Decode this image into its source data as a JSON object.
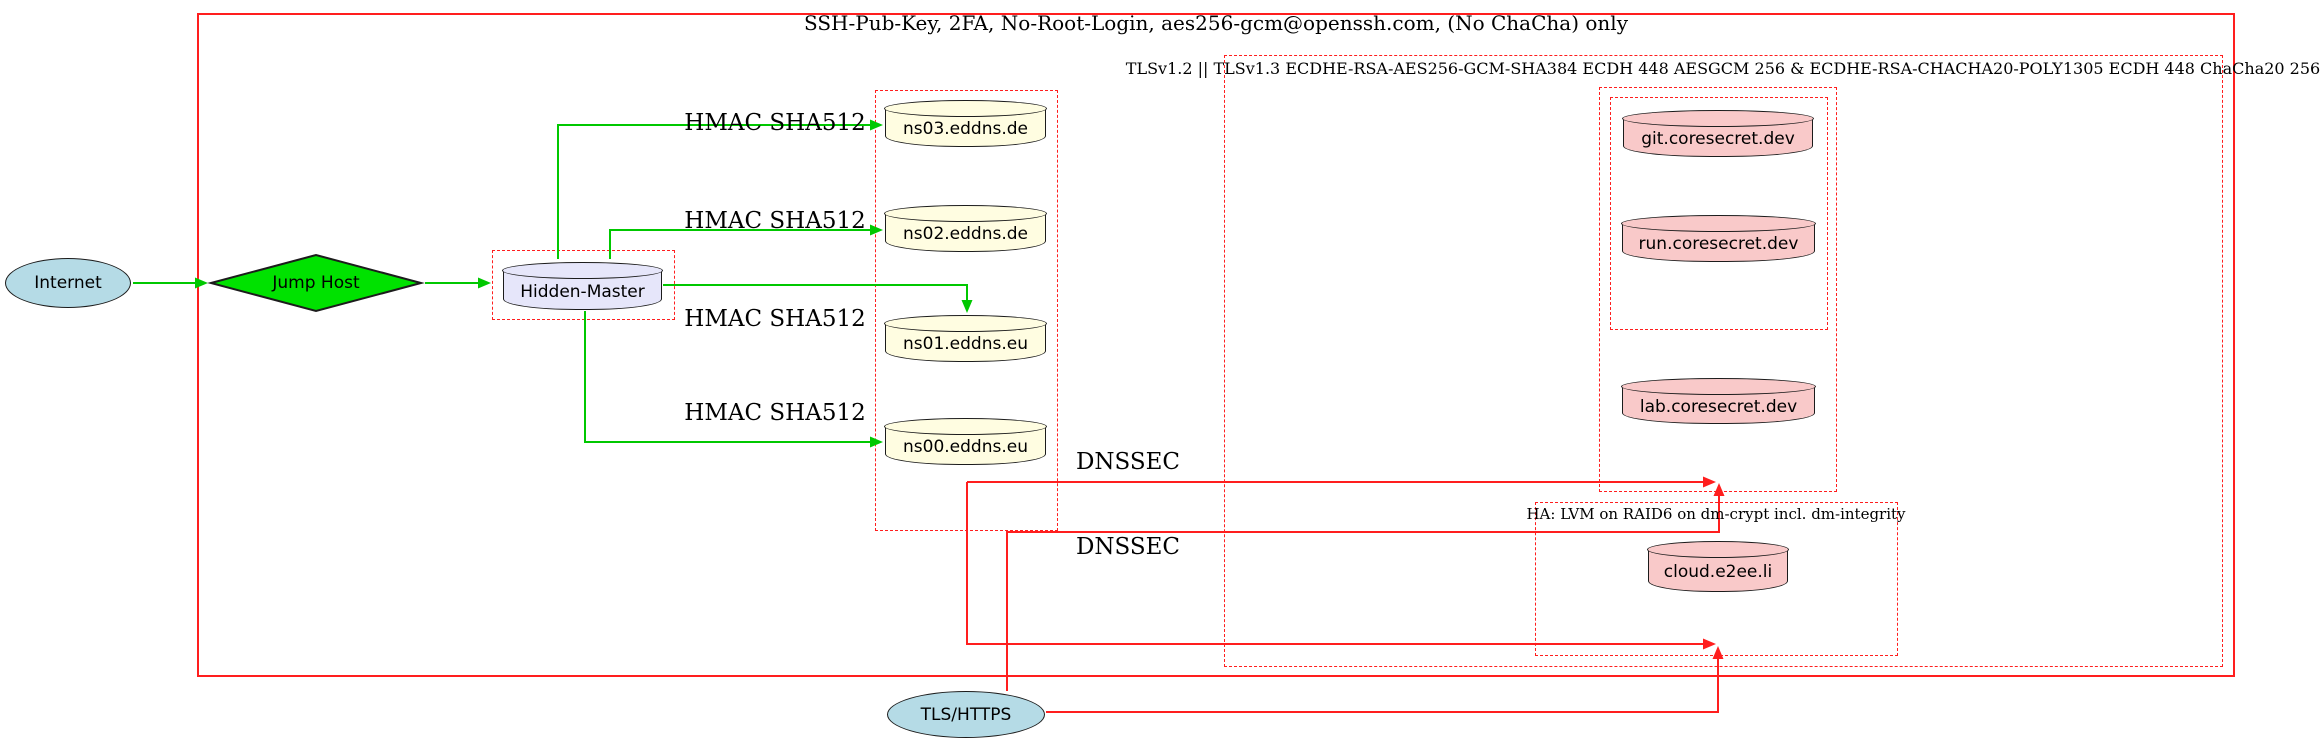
{
  "diagram": {
    "clusters": {
      "ssh": {
        "label": "SSH-Pub-Key, 2FA, No-Root-Login, aes256-gcm@openssh.com, (No ChaCha) only"
      },
      "tls": {
        "label": "TLSv1.2 || TLSv1.3 ECDHE-RSA-AES256-GCM-SHA384 ECDH 448 AESGCM 256 & ECDHE-RSA-CHACHA20-POLY1305 ECDH 448 ChaCha20 256"
      },
      "ha": {
        "label": "HA: LVM on RAID6 on dm-crypt incl. dm-integrity"
      }
    },
    "nodes": {
      "internet": {
        "label": "Internet",
        "shape": "ellipse"
      },
      "jump_host": {
        "label": "Jump Host",
        "shape": "diamond"
      },
      "hidden_master": {
        "label": "Hidden-Master",
        "shape": "cylinder"
      },
      "ns03": {
        "label": "ns03.eddns.de",
        "shape": "cylinder"
      },
      "ns02": {
        "label": "ns02.eddns.de",
        "shape": "cylinder"
      },
      "ns01": {
        "label": "ns01.eddns.eu",
        "shape": "cylinder"
      },
      "ns00": {
        "label": "ns00.eddns.eu",
        "shape": "cylinder"
      },
      "git": {
        "label": "git.coresecret.dev",
        "shape": "cylinder"
      },
      "run": {
        "label": "run.coresecret.dev",
        "shape": "cylinder"
      },
      "lab": {
        "label": "lab.coresecret.dev",
        "shape": "cylinder"
      },
      "cloud": {
        "label": "cloud.e2ee.li",
        "shape": "cylinder"
      },
      "tls_https": {
        "label": "TLS/HTTPS",
        "shape": "ellipse"
      }
    },
    "edge_labels": {
      "hmac": "HMAC SHA512",
      "dnssec": "DNSSEC"
    },
    "colors": {
      "edge-green": "#00c800",
      "node-green": "#00e200",
      "alert-red": "#ff1e1e",
      "node-blue": "#b5dbe6",
      "node-lavender": "#e6e6fa",
      "node-yellow": "#fffde1",
      "node-pink": "#f9c9c9",
      "stroke-dark": "#1c1c1c"
    }
  }
}
